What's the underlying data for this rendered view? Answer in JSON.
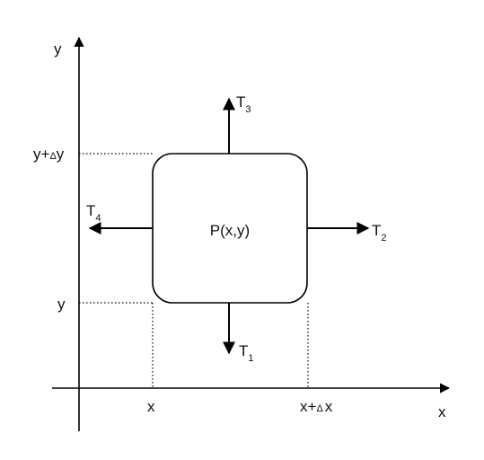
{
  "axes": {
    "x_label": "x",
    "y_label": "y"
  },
  "ticks": {
    "x_start": "x",
    "x_end_prefix": "x+",
    "x_end_delta": "Δ",
    "x_end_suffix": "x",
    "y_start": "y",
    "y_end_prefix": "y+",
    "y_end_delta": "Δ",
    "y_end_suffix": "y"
  },
  "element": {
    "label": "P(x,y)"
  },
  "forces": [
    {
      "letter": "T",
      "index": "1",
      "direction": "down"
    },
    {
      "letter": "T",
      "index": "2",
      "direction": "right"
    },
    {
      "letter": "T",
      "index": "3",
      "direction": "up"
    },
    {
      "letter": "T",
      "index": "4",
      "direction": "left"
    }
  ]
}
